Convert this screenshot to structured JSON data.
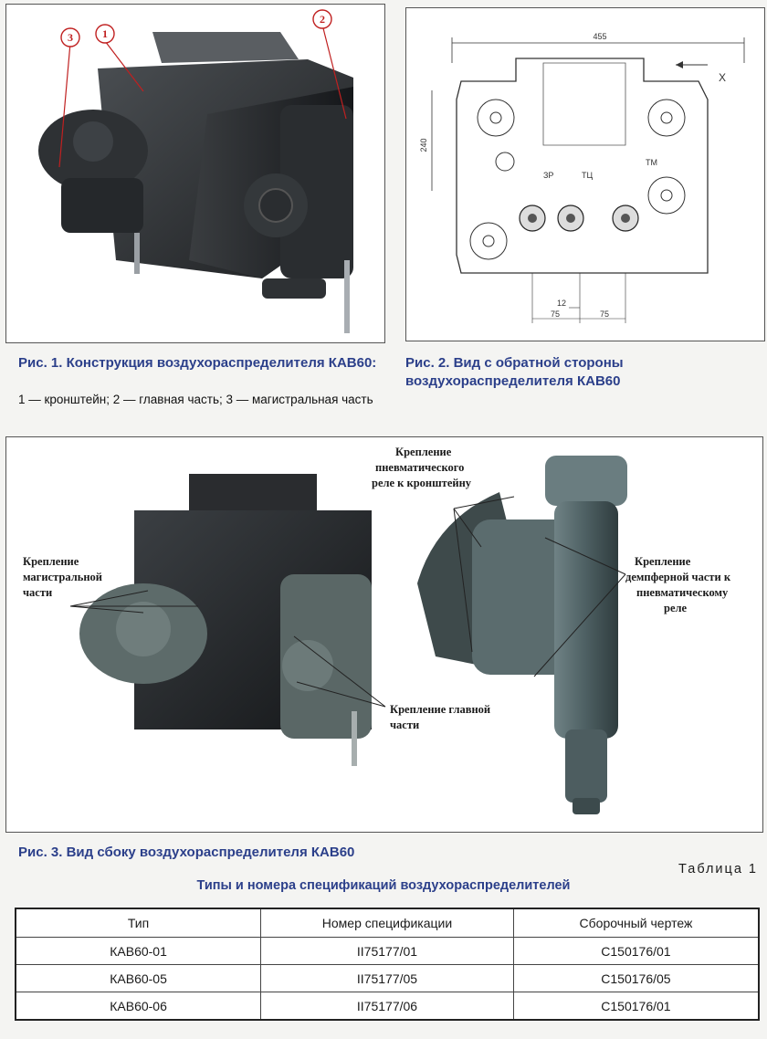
{
  "figure1": {
    "callouts": [
      "1",
      "2",
      "3"
    ],
    "caption_title": "Рис. 1. Конструкция воздухораспределителя КАВ60:",
    "caption_legend": "1 — кронштейн; 2 — главная часть; 3 — магистральная часть"
  },
  "figure2": {
    "dims": {
      "width_total": "455",
      "height": "240",
      "offset": "12",
      "left_75": "75",
      "right_75": "75"
    },
    "view_label": "X",
    "port_labels": {
      "zr": "ЗР",
      "tc": "ТЦ",
      "tm": "ТМ"
    },
    "caption_title": "Рис. 2. Вид с обратной стороны воздухораспределителя КАВ60"
  },
  "figure3": {
    "labels": {
      "magistral": "Крепление магистральной части",
      "pneumatic": "Крепление пневматического реле к кронштейну",
      "damper": "Крепление демпферной части к пневматическому реле",
      "main": "Крепление главной части"
    },
    "caption_title": "Рис. 3. Вид сбоку воздухораспределителя КАВ60"
  },
  "table": {
    "number": "Таблица 1",
    "title": "Типы и номера спецификаций воздухораспределителей",
    "headers": [
      "Тип",
      "Номер спецификации",
      "Сборочный чертеж"
    ],
    "rows": [
      [
        "КАВ60-01",
        "II75177/01",
        "С150176/01"
      ],
      [
        "КАВ60-05",
        "II75177/05",
        "С150176/05"
      ],
      [
        "КАВ60-06",
        "II75177/06",
        "С150176/01"
      ]
    ]
  },
  "colors": {
    "caption_blue": "#2b3f8a",
    "callout_red": "#c02020",
    "metal_dark": "#2a2d2f"
  }
}
